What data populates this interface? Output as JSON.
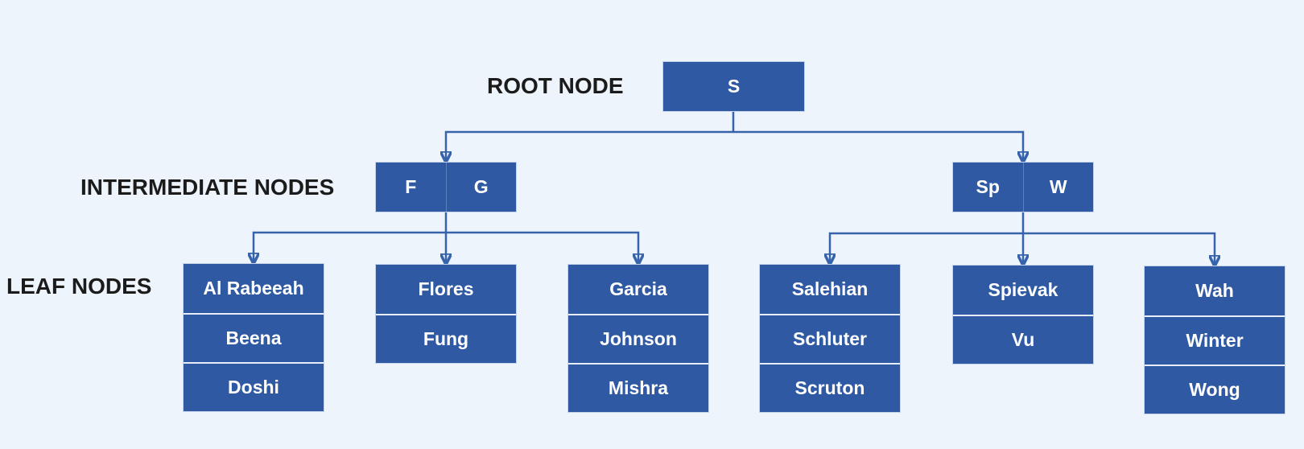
{
  "level_labels": {
    "root": "ROOT NODE",
    "intermediate": "INTERMEDIATE NODES",
    "leaf": "LEAF NODES"
  },
  "root_node": {
    "keys": [
      "S"
    ]
  },
  "intermediate_nodes": [
    {
      "keys": [
        "F",
        "G"
      ]
    },
    {
      "keys": [
        "Sp",
        "W"
      ]
    }
  ],
  "leaf_nodes": [
    {
      "keys": [
        "Al Rabeeah",
        "Beena",
        "Doshi"
      ]
    },
    {
      "keys": [
        "Flores",
        "Fung"
      ]
    },
    {
      "keys": [
        "Garcia",
        "Johnson",
        "Mishra"
      ]
    },
    {
      "keys": [
        "Salehian",
        "Schluter",
        "Scruton"
      ]
    },
    {
      "keys": [
        "Spievak",
        "Vu"
      ]
    },
    {
      "keys": [
        "Wah",
        "Winter",
        "Wong"
      ]
    }
  ],
  "colors": {
    "background": "#eef4fb",
    "node_fill": "#2f5aa3",
    "node_text": "#ffffff",
    "connector": "#3763ab",
    "label_text": "#1b1b1b"
  }
}
